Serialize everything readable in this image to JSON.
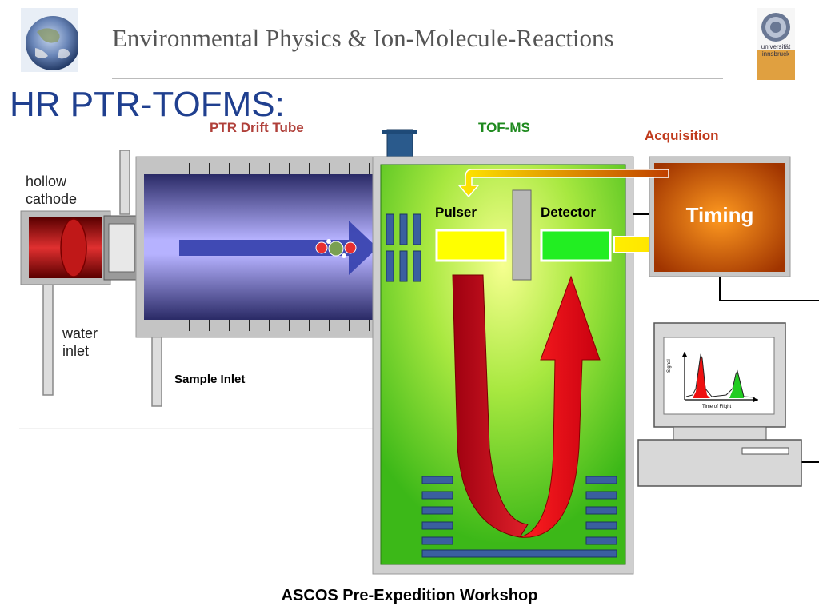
{
  "header": {
    "title": "Environmental Physics & Ion-Molecule-Reactions",
    "logo_right_text": [
      "universität",
      "innsbruck"
    ]
  },
  "slide": {
    "title": "HR PTR-TOFMS:"
  },
  "labels": {
    "ptr_drift_tube": "PTR Drift Tube",
    "tof_ms": "TOF-MS",
    "acquisition": "Acquisition",
    "hollow_cathode": "hollow\ncathode",
    "water_inlet": "water\ninlet",
    "sample_inlet": "Sample Inlet",
    "pulser": "Pulser",
    "detector": "Detector",
    "timing": "Timing"
  },
  "monitor": {
    "y_axis_label": "Signal",
    "x_axis_label": "Time of Flight"
  },
  "footer": {
    "text": "ASCOS Pre-Expedition Workshop"
  },
  "colors": {
    "title_blue": "#1f3f8f",
    "ptr_label": "#b0403a",
    "tof_label": "#1f8a1f",
    "acq_label": "#c0391b",
    "tof_green": "#55cc22",
    "timing_orange": "#e06010",
    "arrow_red": "#e01010",
    "arrow_yellow": "#ffee00"
  }
}
